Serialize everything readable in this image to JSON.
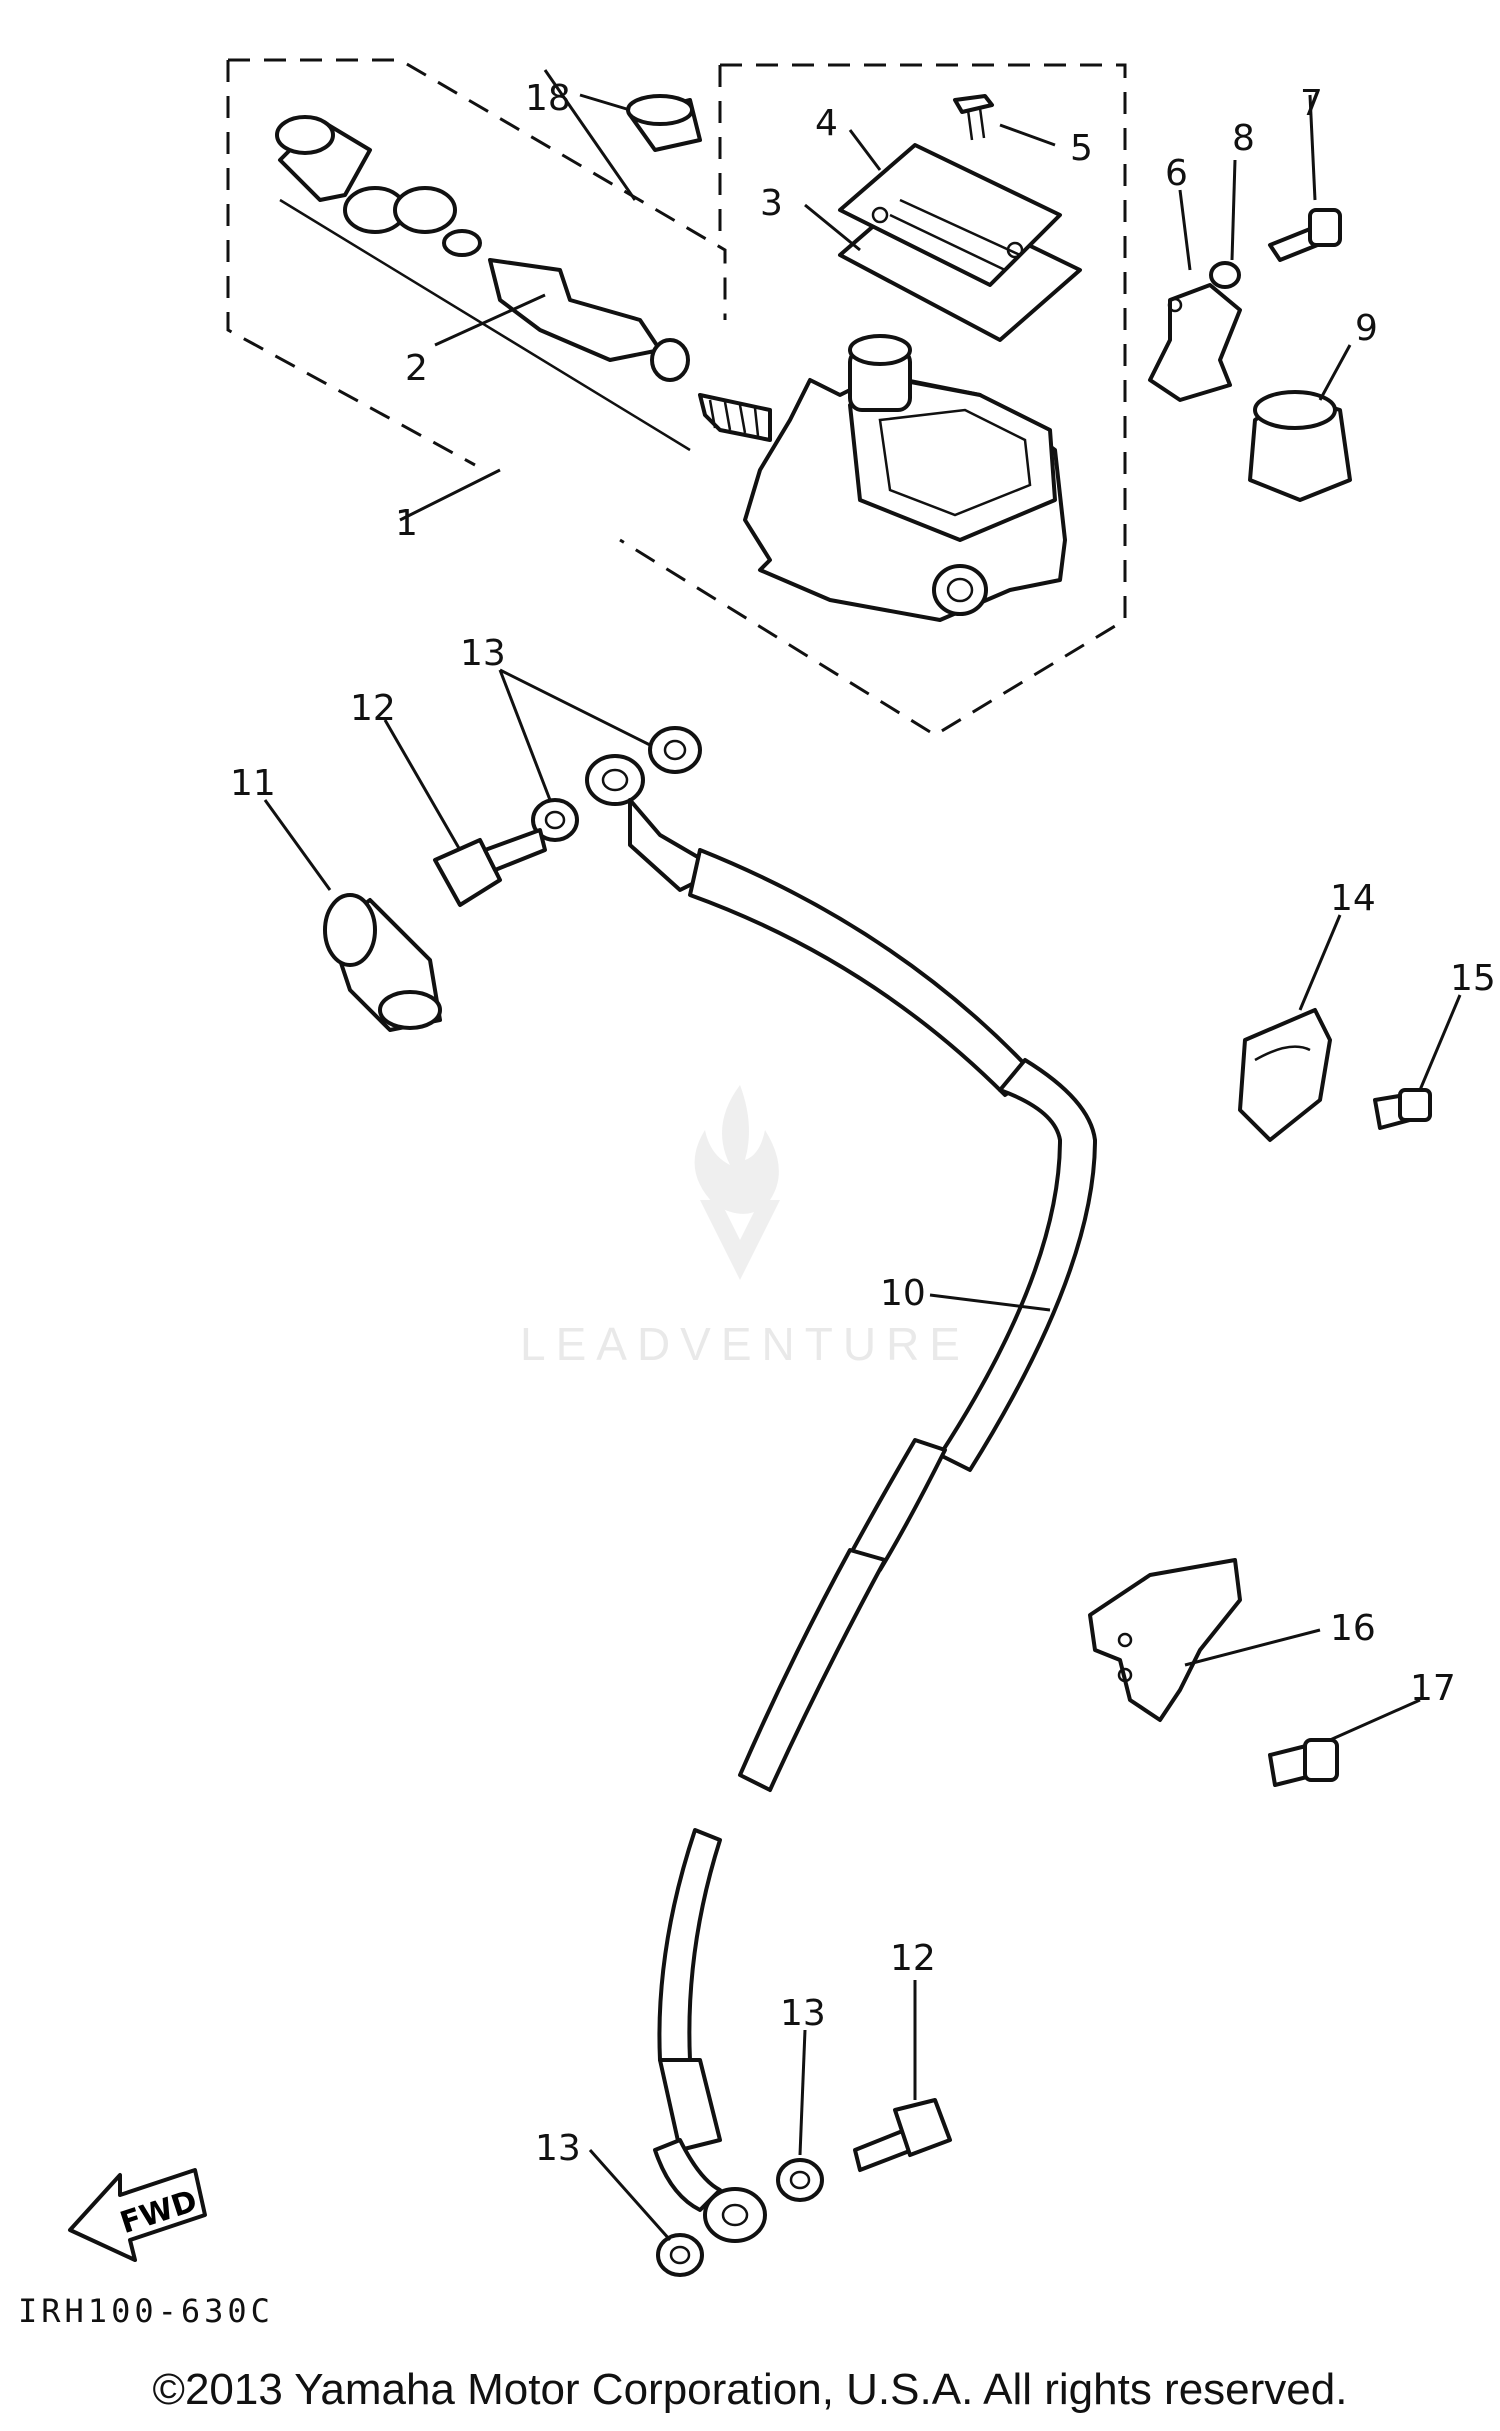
{
  "callouts": {
    "c1": "1",
    "c2": "2",
    "c3": "3",
    "c4": "4",
    "c5": "5",
    "c6": "6",
    "c7": "7",
    "c8": "8",
    "c9": "9",
    "c10": "10",
    "c11": "11",
    "c12a": "12",
    "c12b": "12",
    "c13a": "13",
    "c13b": "13",
    "c13c": "13",
    "c14": "14",
    "c15": "15",
    "c16": "16",
    "c17": "17",
    "c18": "18"
  },
  "fwd_label": "FWD",
  "diagram_code": "IRH100-630C",
  "watermark": "LEADVENTURE",
  "copyright": "©2013 Yamaha Motor Corporation, U.S.A. All rights reserved."
}
